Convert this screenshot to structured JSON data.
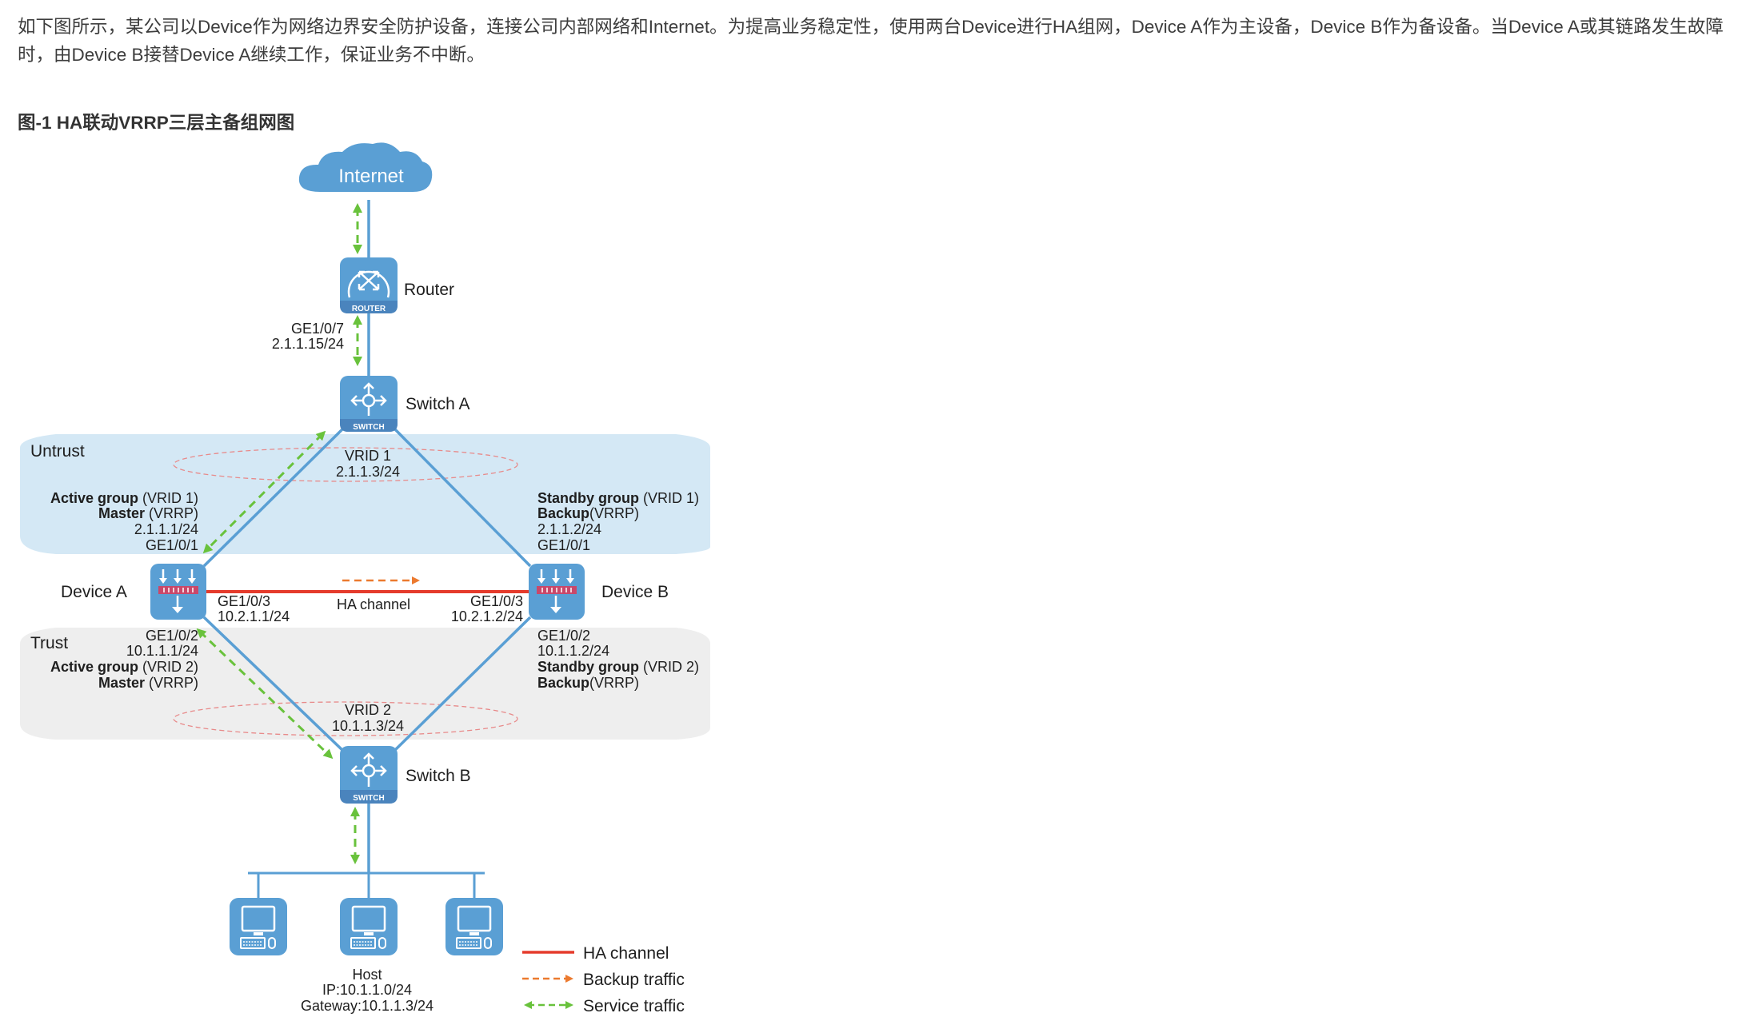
{
  "intro": {
    "text": "如下图所示，某公司以Device作为网络边界安全防护设备，连接公司内部网络和Internet。为提高业务稳定性，使用两台Device进行HA组网，Device A作为主设备，Device B作为备设备。当Device A或其链路发生故障时，由Device B接替Device A继续工作，保证业务不中断。"
  },
  "figure": {
    "title": "图-1 HA联动VRRP三层主备组网图",
    "colors": {
      "device_blue": "#5a9fd4",
      "device_band": "#4a84bd",
      "link_blue": "#5a9fd4",
      "ha_red": "#e53b2c",
      "backup_orange": "#ec7a2f",
      "service_green": "#69c23c",
      "untrust_zone": "#d4e8f5",
      "trust_zone": "#eeeeee",
      "vrid_ring": "#e88a8a",
      "firewall_bar": "#c9486a"
    },
    "internet": {
      "label": "Internet"
    },
    "router": {
      "label": "Router",
      "badge": "ROUTER",
      "port": "GE1/0/7",
      "ip": "2.1.1.15/24"
    },
    "switch_a": {
      "label": "Switch A",
      "badge": "SWITCH"
    },
    "switch_b": {
      "label": "Switch B",
      "badge": "SWITCH"
    },
    "zones": {
      "untrust": "Untrust",
      "trust": "Trust"
    },
    "vrid1": {
      "name": "VRID 1",
      "ip": "2.1.1.3/24"
    },
    "vrid2": {
      "name": "VRID 2",
      "ip": "10.1.1.3/24"
    },
    "device_a": {
      "label": "Device A",
      "up": {
        "group_bold": "Active group",
        "group_rest": " (VRID 1)",
        "role_bold": "Master",
        "role_rest": " (VRRP)",
        "ip": "2.1.1.1/24",
        "port": "GE1/0/1"
      },
      "ha": {
        "port": "GE1/0/3",
        "ip": "10.2.1.1/24"
      },
      "down": {
        "port": "GE1/0/2",
        "ip": "10.1.1.1/24",
        "group_bold": "Active group",
        "group_rest": " (VRID 2)",
        "role_bold": "Master",
        "role_rest": " (VRRP)"
      }
    },
    "device_b": {
      "label": "Device B",
      "up": {
        "group_bold": "Standby group",
        "group_rest": " (VRID 1)",
        "role_bold": "Backup",
        "role_rest": "(VRRP)",
        "ip": "2.1.1.2/24",
        "port": "GE1/0/1"
      },
      "ha": {
        "port": "GE1/0/3",
        "ip": "10.2.1.2/24"
      },
      "down": {
        "port": "GE1/0/2",
        "ip": "10.1.1.2/24",
        "group_bold": "Standby group",
        "group_rest": " (VRID 2)",
        "role_bold": "Backup",
        "role_rest": "(VRRP)"
      }
    },
    "ha_channel_label": "HA channel",
    "host": {
      "label": "Host",
      "ip": "IP:10.1.1.0/24",
      "gateway": "Gateway:10.1.1.3/24",
      "count": 3
    },
    "legend": [
      {
        "label": "HA channel",
        "style": "solid-red"
      },
      {
        "label": "Backup traffic",
        "style": "dashed-orange-arrow"
      },
      {
        "label": "Service traffic",
        "style": "dashed-green-double-arrow"
      }
    ]
  }
}
